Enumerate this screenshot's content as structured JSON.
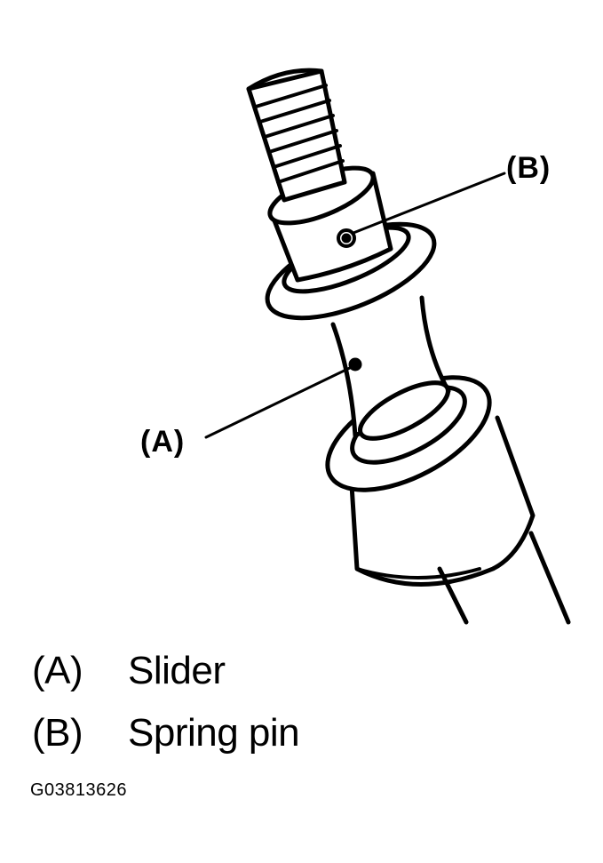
{
  "callouts": {
    "a": "(A)",
    "b": "(B)"
  },
  "legend": [
    {
      "key": "(A)",
      "text": "Slider"
    },
    {
      "key": "(B)",
      "text": "Spring pin"
    }
  ],
  "figure_code": "G03813626"
}
